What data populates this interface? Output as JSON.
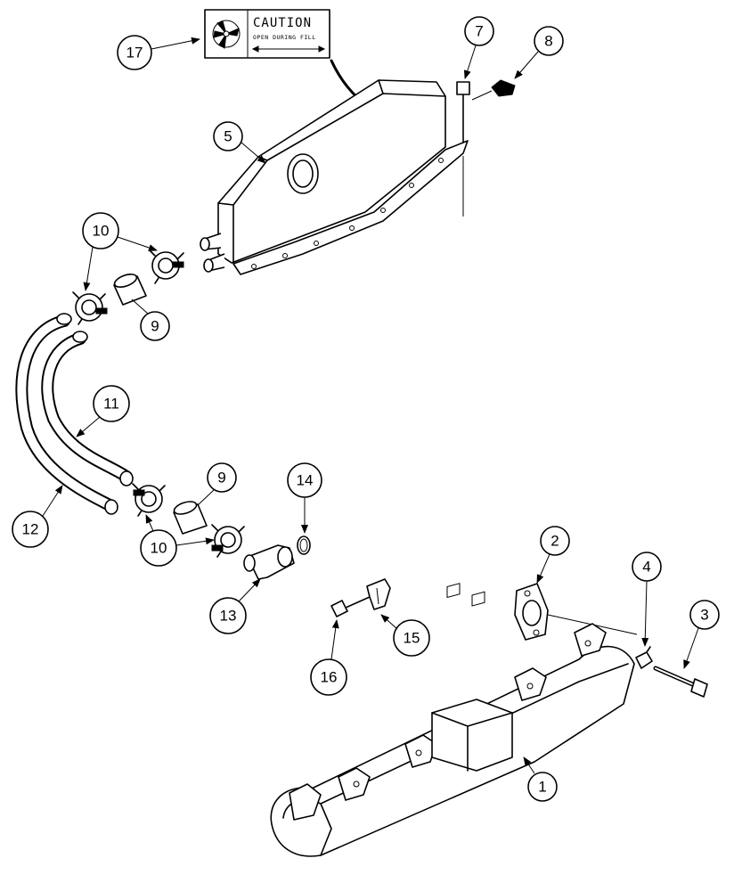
{
  "decal": {
    "title": "CAUTION",
    "subtitle": "OPEN DURING FILL"
  },
  "callouts": {
    "c1": "1",
    "c2": "2",
    "c3": "3",
    "c4": "4",
    "c5": "5",
    "c7": "7",
    "c8": "8",
    "c9a": "9",
    "c9b": "9",
    "c10a": "10",
    "c10b": "10",
    "c11": "11",
    "c12": "12",
    "c13": "13",
    "c14": "14",
    "c15": "15",
    "c16": "16",
    "c17": "17"
  }
}
